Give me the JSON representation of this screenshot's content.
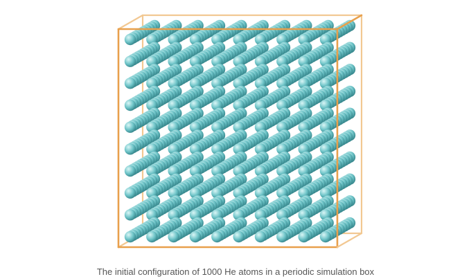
{
  "caption": "The initial configuration of 1000 He atoms in a periodic simulation box",
  "lattice": {
    "rows": 10,
    "columns": 10,
    "layers": 10
  },
  "colors": {
    "box_edge": "#e8a04c",
    "box_edge_back": "#f2c892",
    "atom_light": "#d9f6f6",
    "atom_mid": "#6ec4c8",
    "atom_dark": "#2f7f85"
  }
}
